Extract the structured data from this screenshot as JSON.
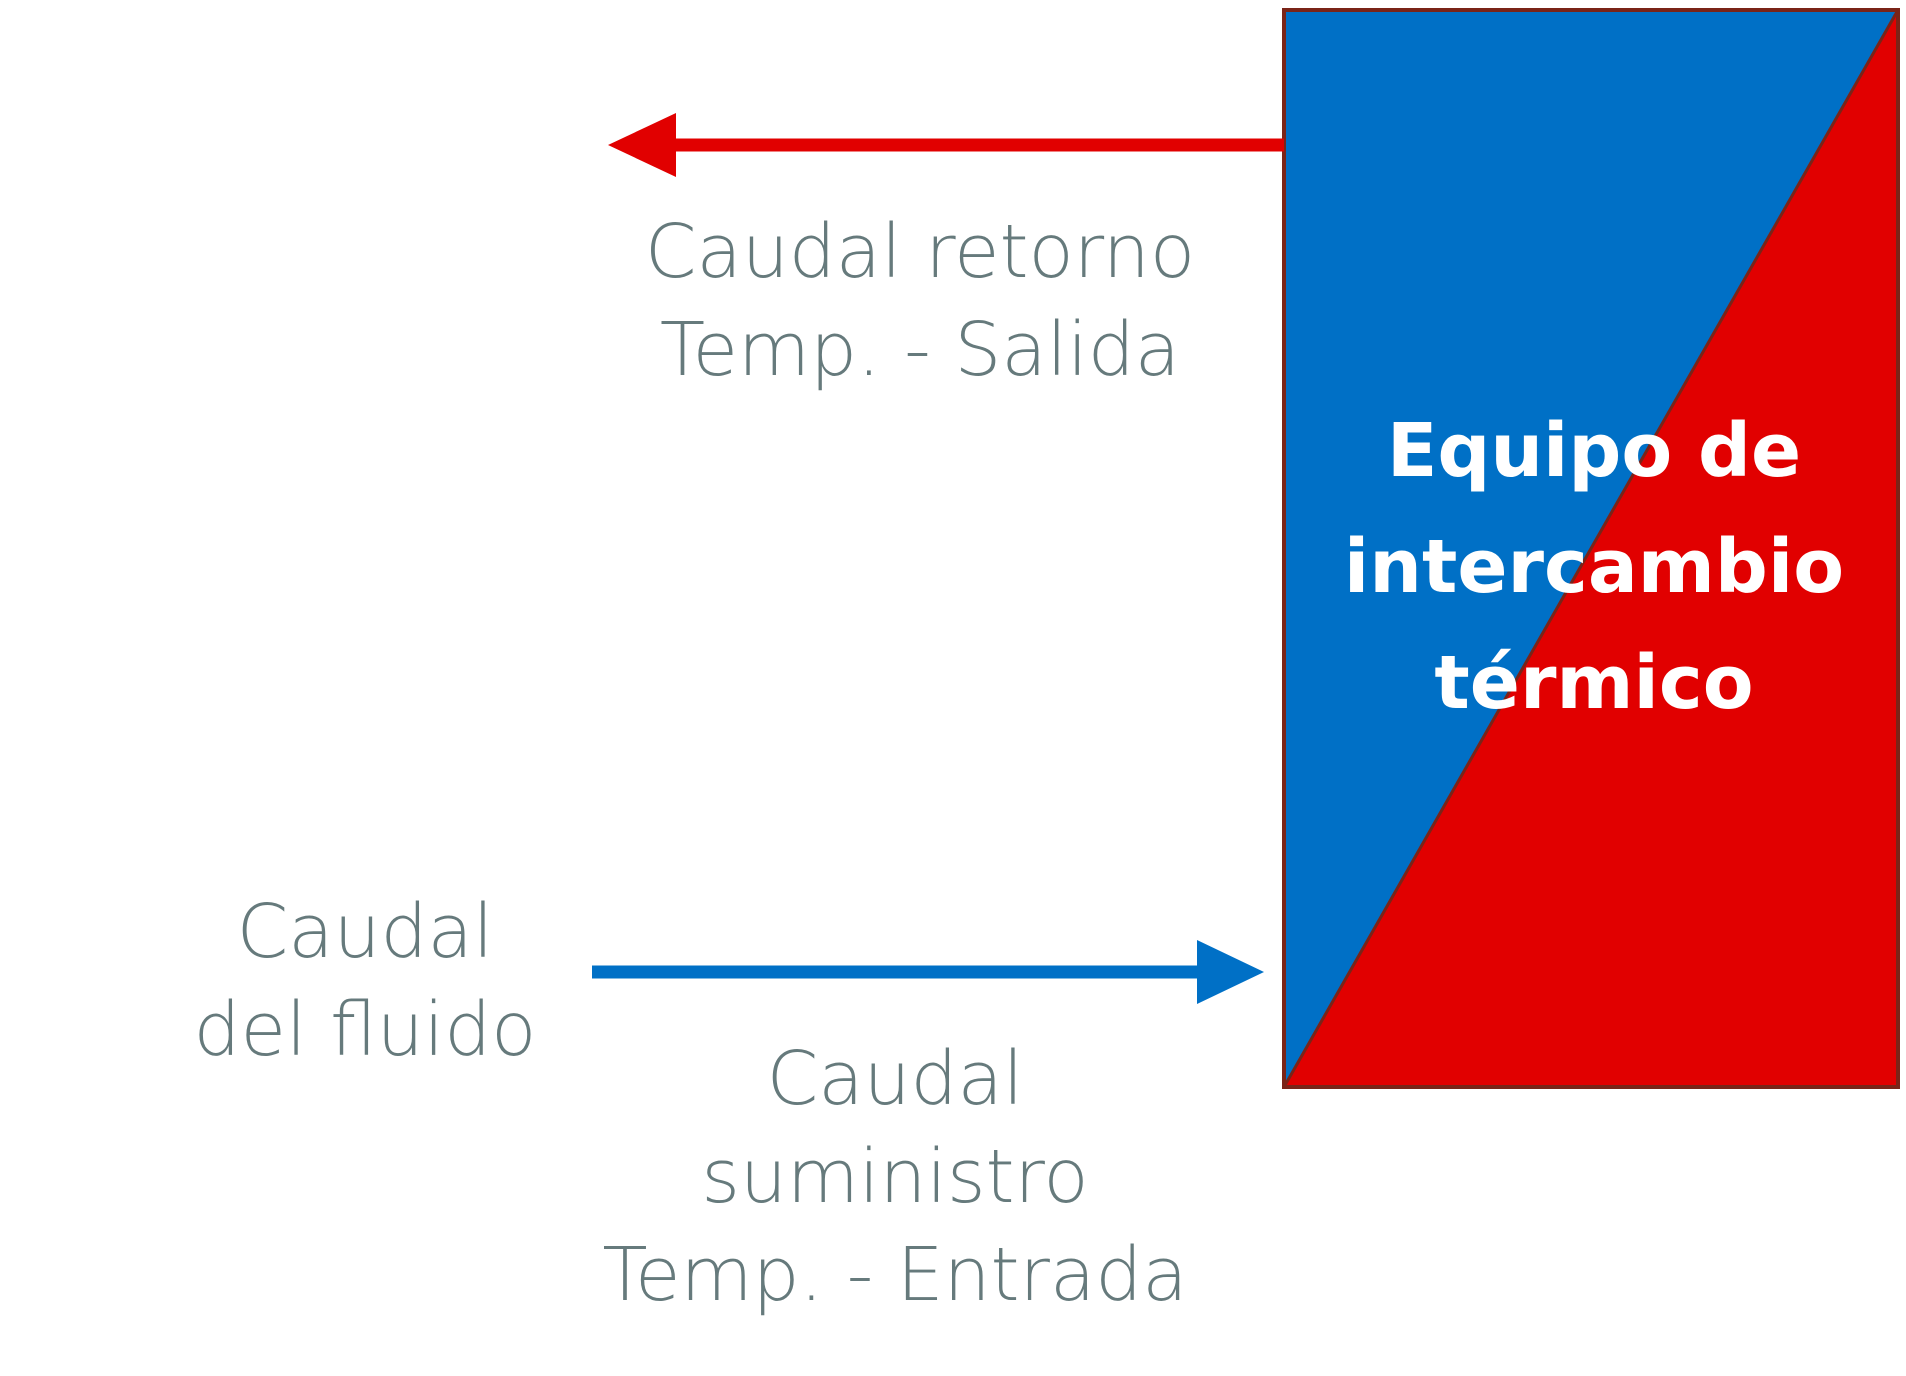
{
  "return_flow": {
    "line1": "Caudal retorno",
    "line2": "Temp. - Salida"
  },
  "fluid_flow": {
    "line1": "Caudal",
    "line2": "del fluido"
  },
  "supply_flow": {
    "line1": "Caudal",
    "line2": "suministro",
    "line3": "Temp. - Entrada"
  },
  "exchanger": {
    "line1": "Equipo de",
    "line2": "intercambio",
    "line3": "térmico"
  },
  "colors": {
    "hot": "#e10000",
    "cold": "#0070c6",
    "text": "#667a7c",
    "border": "#7a2418"
  }
}
